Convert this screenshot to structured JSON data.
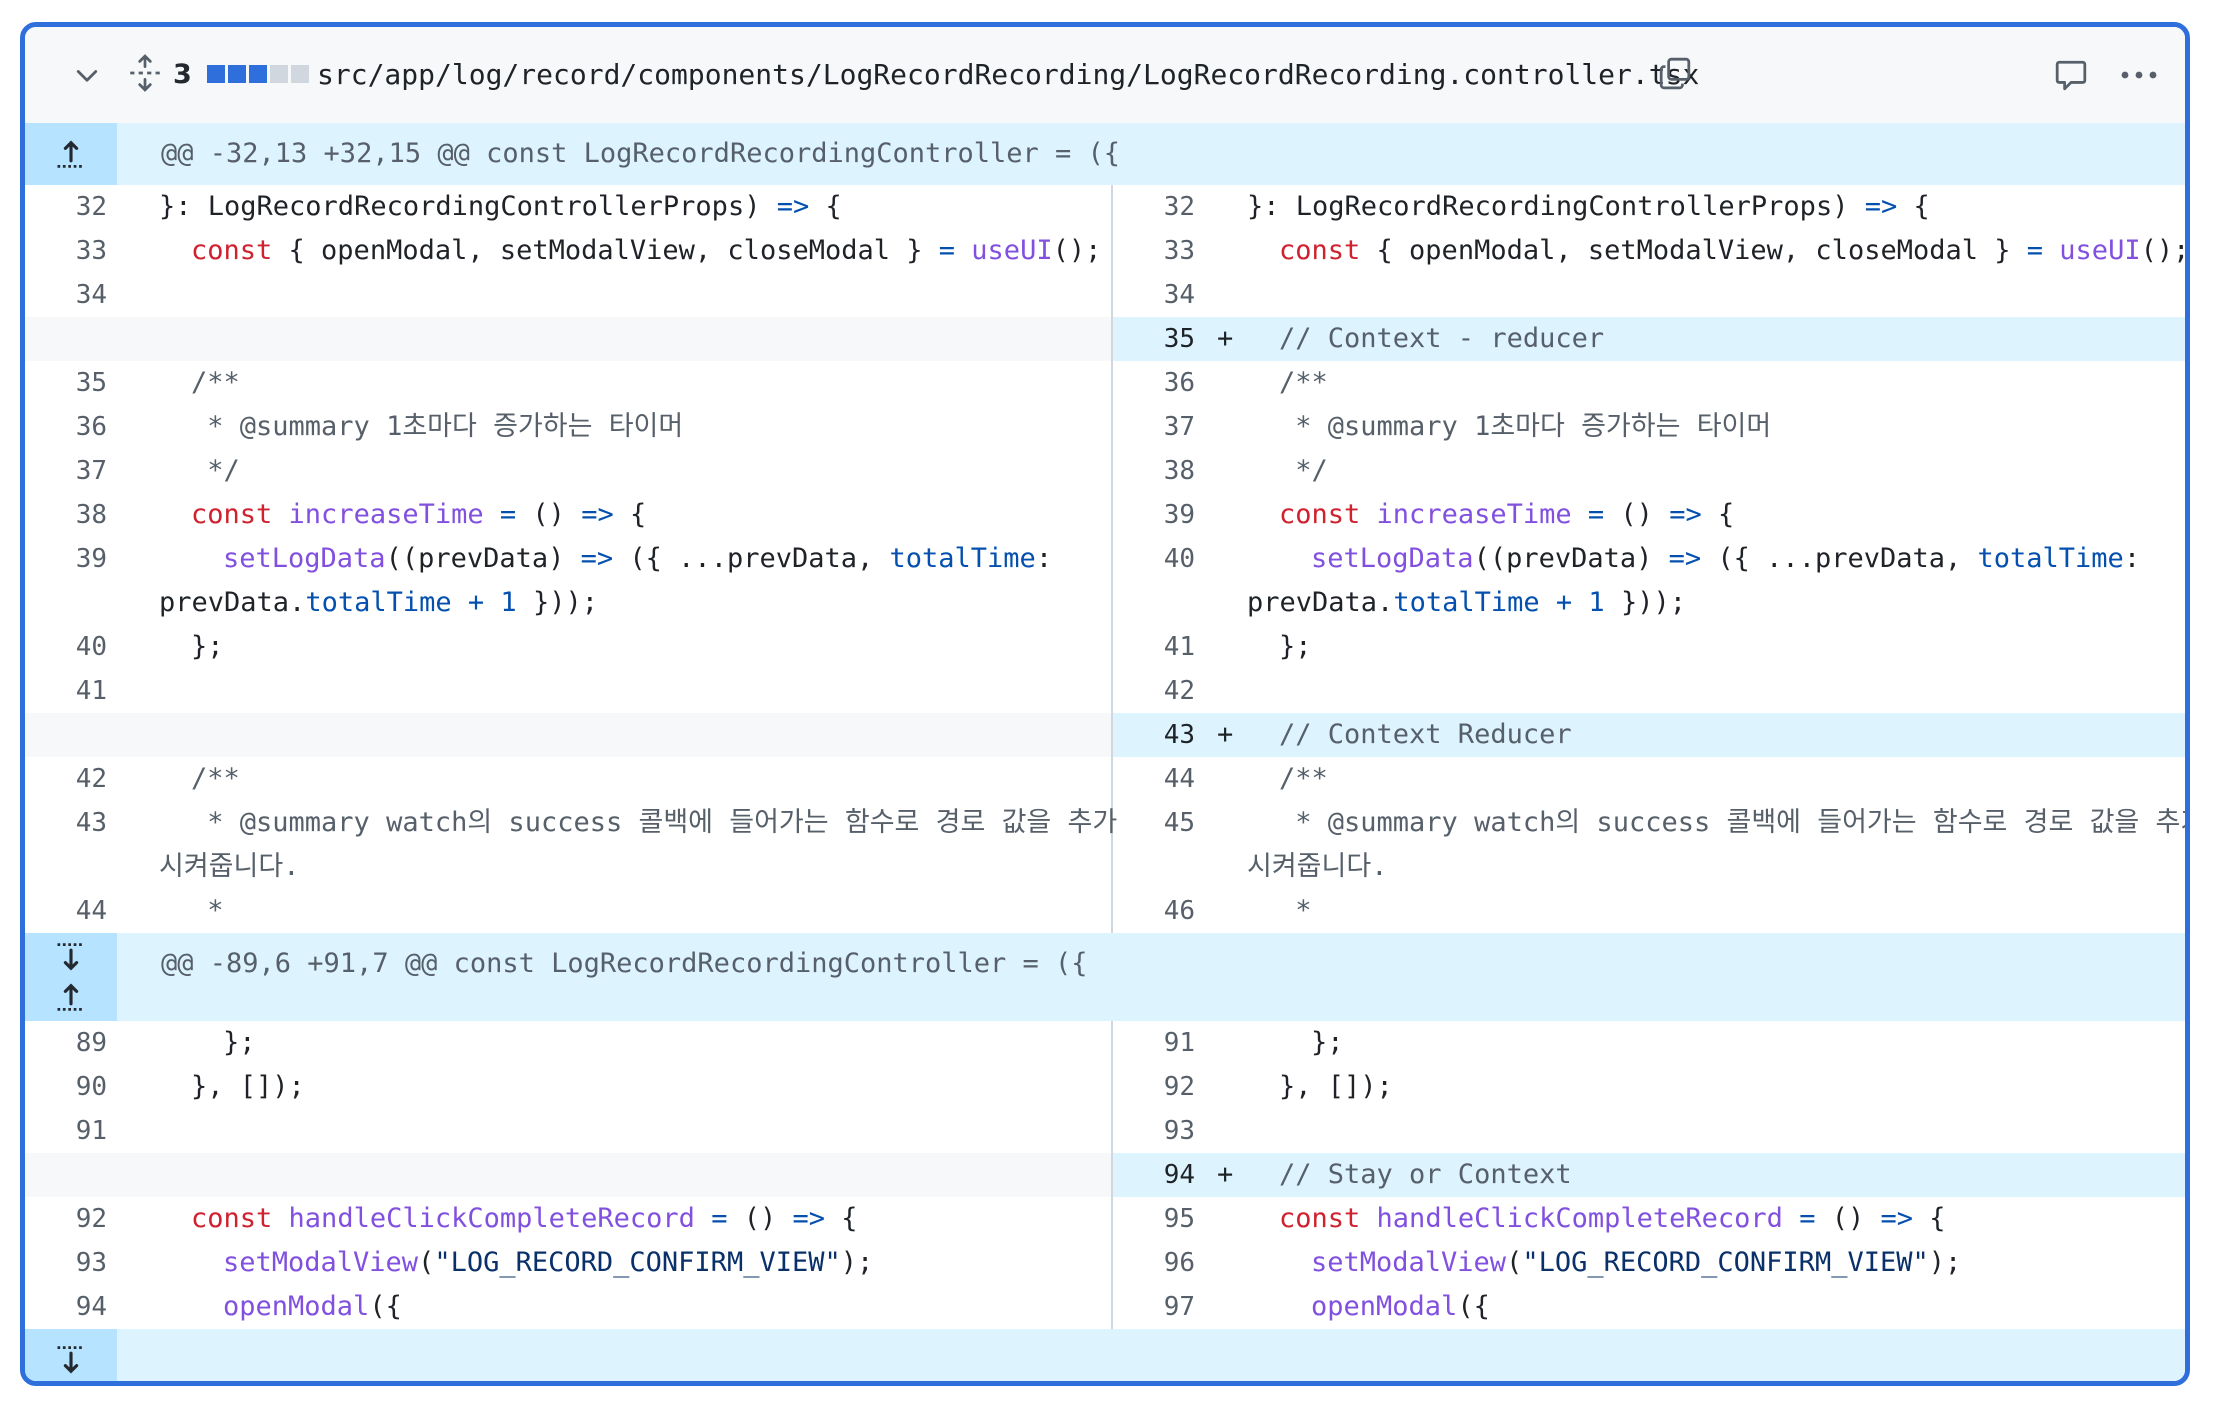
{
  "header": {
    "change_count": "3",
    "file_path": "src/app/log/record/components/LogRecordRecording/LogRecordRecording.controller.tsx",
    "diffstat_colors": [
      "#2f6fdb",
      "#2f6fdb",
      "#2f6fdb",
      "#d0d7de",
      "#d0d7de"
    ],
    "icons": [
      "chevron-down-icon",
      "expand-all-icon",
      "copy-icon",
      "comment-icon",
      "more-icon"
    ]
  },
  "hunks": [
    "@@ -32,13 +32,15 @@ const LogRecordRecordingController = ({",
    "@@ -89,6 +91,7 @@ const LogRecordRecordingController = ({"
  ],
  "lines": {
    "l32": "32",
    "l33": "33",
    "l34": "34",
    "l35": "35",
    "l36": "36",
    "l37": "37",
    "l38": "38",
    "l39": "39",
    "l40": "40",
    "l41": "41",
    "l42": "42",
    "l43": "43",
    "l44": "44",
    "r32": "32",
    "r33": "33",
    "r34": "34",
    "r35": "35",
    "r36": "36",
    "r37": "37",
    "r38": "38",
    "r39": "39",
    "r40": "40",
    "r41": "41",
    "r42": "42",
    "r43": "43",
    "r44": "44",
    "r45": "45",
    "r46": "46",
    "l89": "89",
    "l90": "90",
    "l91": "91",
    "l92": "92",
    "l93": "93",
    "l94": "94",
    "r91": "91",
    "r92": "92",
    "r93": "93",
    "r94": "94",
    "r95": "95",
    "r96": "96",
    "r97": "97"
  },
  "code": {
    "props_close": "}: LogRecordRecordingControllerProps) => {",
    "props_a": "}: LogRecordRecordingControllerProps) ",
    "props_arrow": "=>",
    "props_b": " {",
    "kw_const": "const",
    "useui_a": " { openModal, setModalView, closeModal } ",
    "eq": "=",
    "useui_fn": "useUI",
    "useui_b": "();",
    "comment_reducer": "// Context - reducer",
    "doc_open": "/**",
    "doc_summary1": " * @summary 1초마다 증가하는 타이머",
    "doc_close": " */",
    "increase_name": "increaseTime",
    "increase_b": " () ",
    "arrow": "=>",
    "brace_open": " {",
    "setlog_fn": "setLogData",
    "setlog_a": "((prevData) ",
    "setlog_b": " ({ ...prevData, ",
    "total_time": "totalTime",
    "colon": ":",
    "prevdata": "prevData.",
    "plus": "+",
    "one": "1",
    "setlog_end": " }));",
    "close_semi": "};",
    "comment_reducer2": "// Context Reducer",
    "doc_summary2": " * @summary watch의 success 콜백에 들어가는 함수로 경로 값을 추가",
    "doc_summary2_wrap": "시켜줍니다.",
    "doc_star": " *",
    "close_semi_inner": "};",
    "close_deps": "}, []);",
    "comment_stay": "// Stay or Context",
    "handle_name": "handleClickCompleteRecord",
    "setmodal_fn": "setModalView",
    "setmodal_str": "\"LOG_RECORD_CONFIRM_VIEW\"",
    "setmodal_end": ");",
    "openmodal_fn": "openModal",
    "openmodal_end": "({",
    "add_marker": "+"
  }
}
